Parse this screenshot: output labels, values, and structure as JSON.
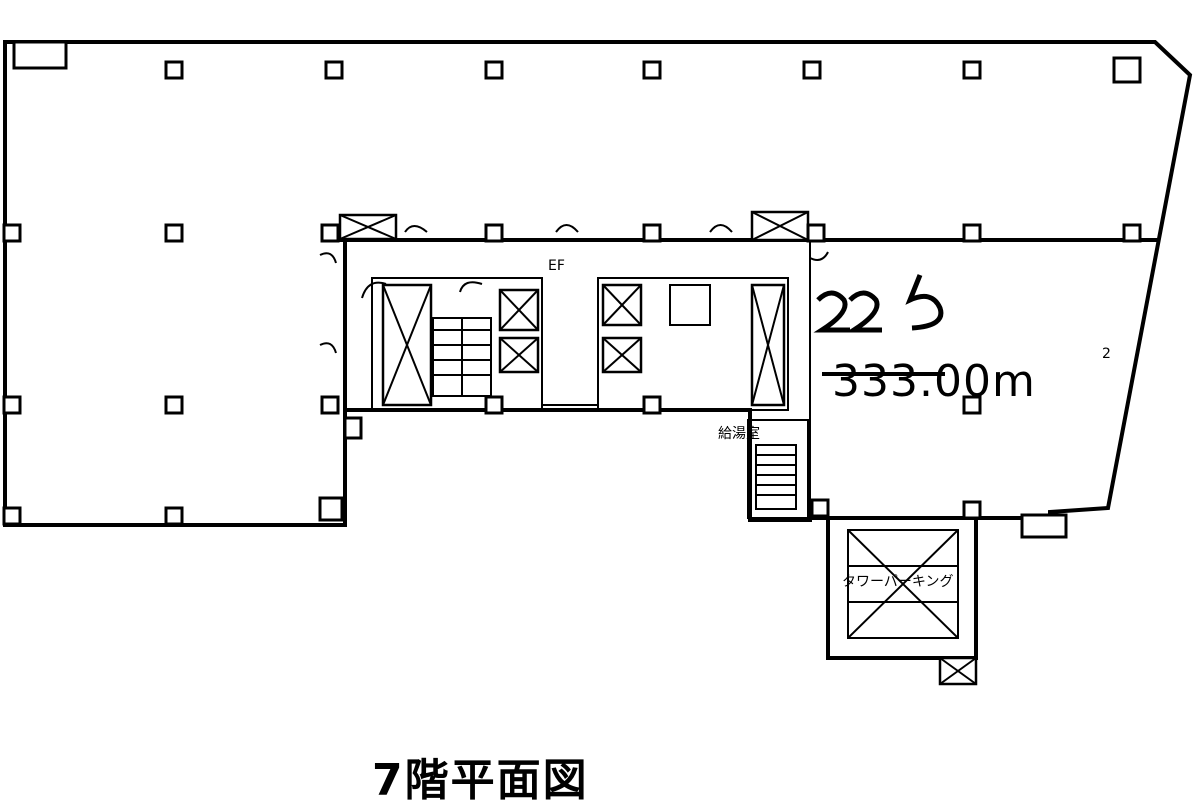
{
  "title": "7階平面図",
  "labels": {
    "ev_hall": "EF",
    "core_room": "給湯室",
    "tower_parking": "タワーパーキング"
  },
  "area": {
    "printed": "333.00m",
    "superscript": "2",
    "handwritten": "225"
  },
  "colors": {
    "line": "#000000",
    "background": "#ffffff"
  }
}
